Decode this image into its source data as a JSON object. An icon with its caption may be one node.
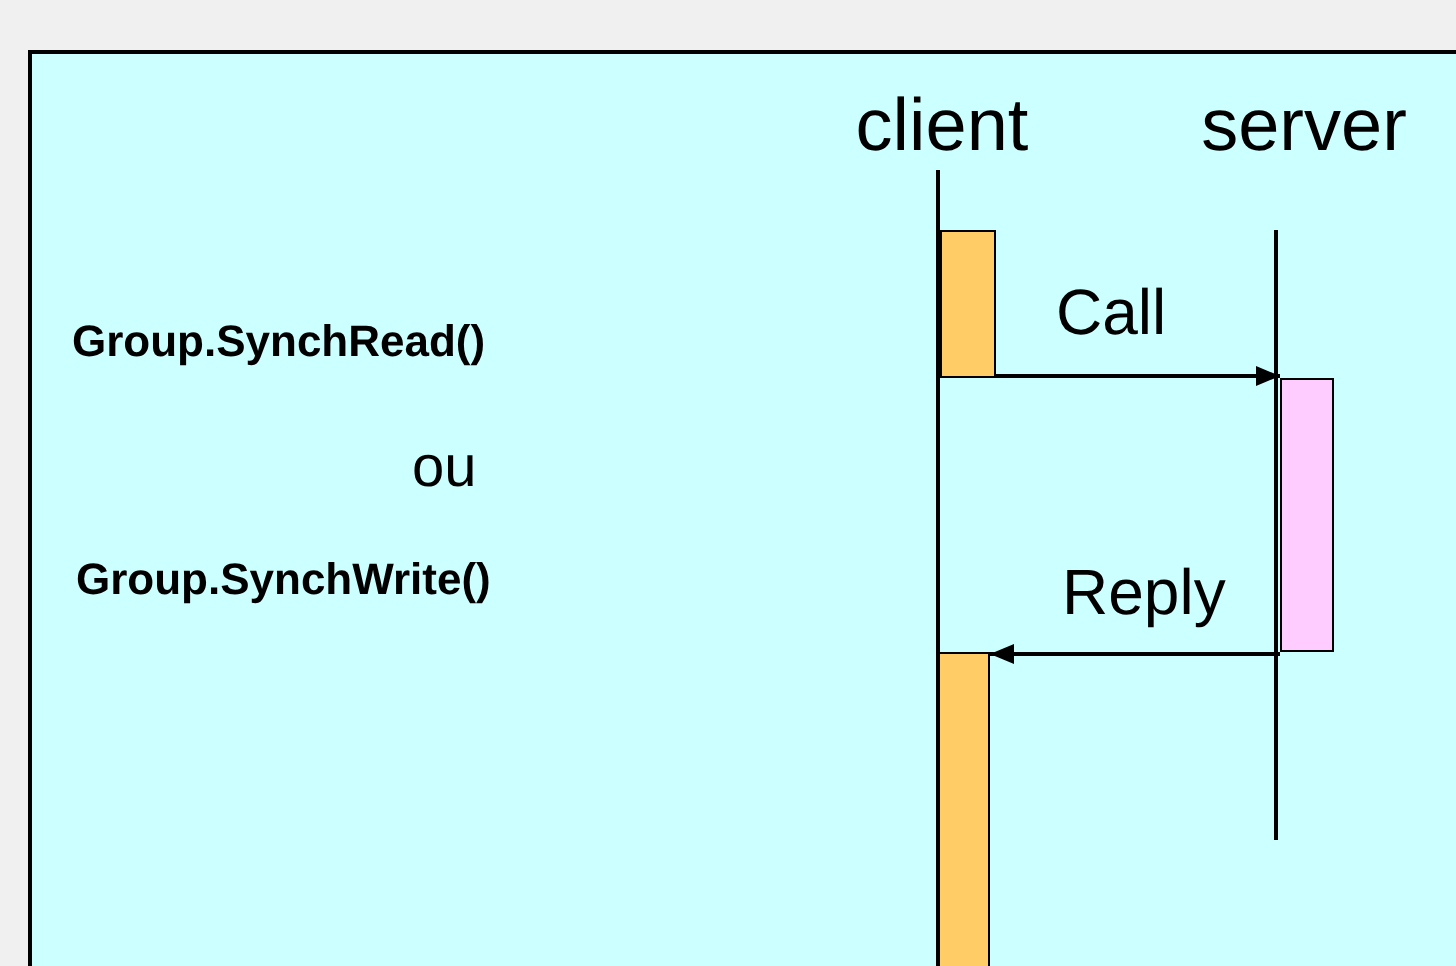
{
  "diagram": {
    "nodes": [
      {
        "text": [
          "client"
        ]
      },
      {
        "text": [
          "server"
        ]
      },
      {
        "text": [],
        "shape": "bar"
      },
      {
        "text": [],
        "shape": "bar"
      },
      {
        "text": [],
        "shape": "bar"
      }
    ],
    "edges": [
      {
        "from": 2,
        "to": 3,
        "arrow": "to",
        "label": "Call"
      },
      {
        "from": 3,
        "to": 4,
        "arrow": "to",
        "label": "Reply"
      },
      {
        "from": 0,
        "to": 4,
        "arrow": "none"
      },
      {
        "from": 1,
        "to": null,
        "arrow": "none"
      }
    ],
    "labels": [
      "Group.SynchRead()",
      "ou",
      "Group.SynchWrite()"
    ]
  }
}
